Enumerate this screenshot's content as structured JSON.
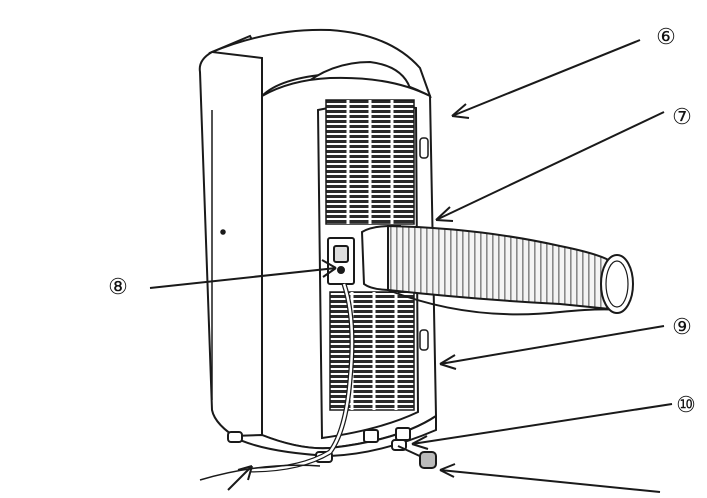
{
  "callouts": [
    {
      "id": "6",
      "label": "⑥"
    },
    {
      "id": "7",
      "label": "⑦"
    },
    {
      "id": "8",
      "label": "⑧"
    },
    {
      "id": "9",
      "label": "⑨"
    },
    {
      "id": "10",
      "label": "⑩"
    }
  ],
  "colors": {
    "line": "#1a1a1a",
    "body_fill": "#ffffff",
    "grille_fill": "#2a2a2a",
    "hose_fill": "#f2f2f2",
    "background": "#ffffff"
  }
}
